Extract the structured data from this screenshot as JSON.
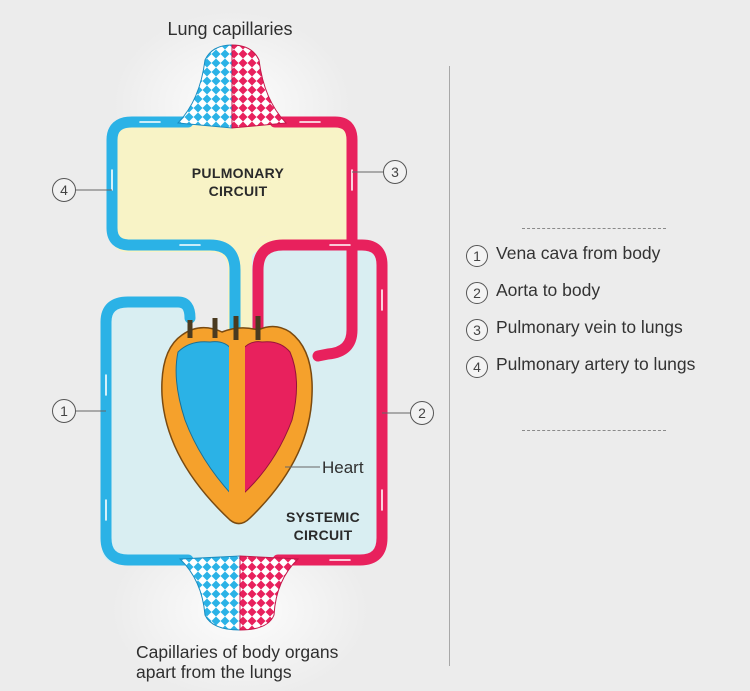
{
  "labels": {
    "lung_capillaries": "Lung capillaries",
    "pulmonary_line1": "PULMONARY",
    "pulmonary_line2": "CIRCUIT",
    "systemic_line1": "SYSTEMIC",
    "systemic_line2": "CIRCUIT",
    "heart": "Heart",
    "body_capillaries_line1": "Capillaries of body organs",
    "body_capillaries_line2": "apart from the lungs"
  },
  "markers": {
    "m1": "1",
    "m2": "2",
    "m3": "3",
    "m4": "4"
  },
  "legend": [
    {
      "num": "1",
      "text": "Vena cava from body"
    },
    {
      "num": "2",
      "text": "Aorta to body"
    },
    {
      "num": "3",
      "text": "Pulmonary vein to lungs"
    },
    {
      "num": "4",
      "text": "Pulmonary artery to lungs"
    }
  ],
  "colors": {
    "deoxygenated": "#2bb2e6",
    "oxygenated": "#e8215d",
    "pulmonary_fill": "#f8f3c6",
    "systemic_fill": "#d9eef2",
    "heart_muscle": "#f5a12c"
  }
}
